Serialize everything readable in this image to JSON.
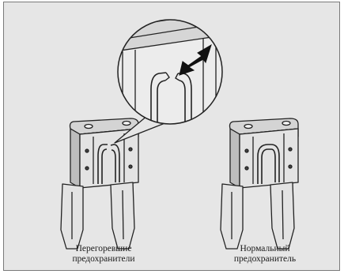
{
  "captions": {
    "blown_line1": "Перегоревшие",
    "blown_line2": "предохранители",
    "normal_line1": "Нормальный",
    "normal_line2": "предохранитель"
  },
  "colors": {
    "background": "#e6e6e6",
    "fuse_fill": "#e3e3e3",
    "outline": "#222222"
  },
  "icons": [
    "arrow-icon",
    "magnifier-callout"
  ]
}
